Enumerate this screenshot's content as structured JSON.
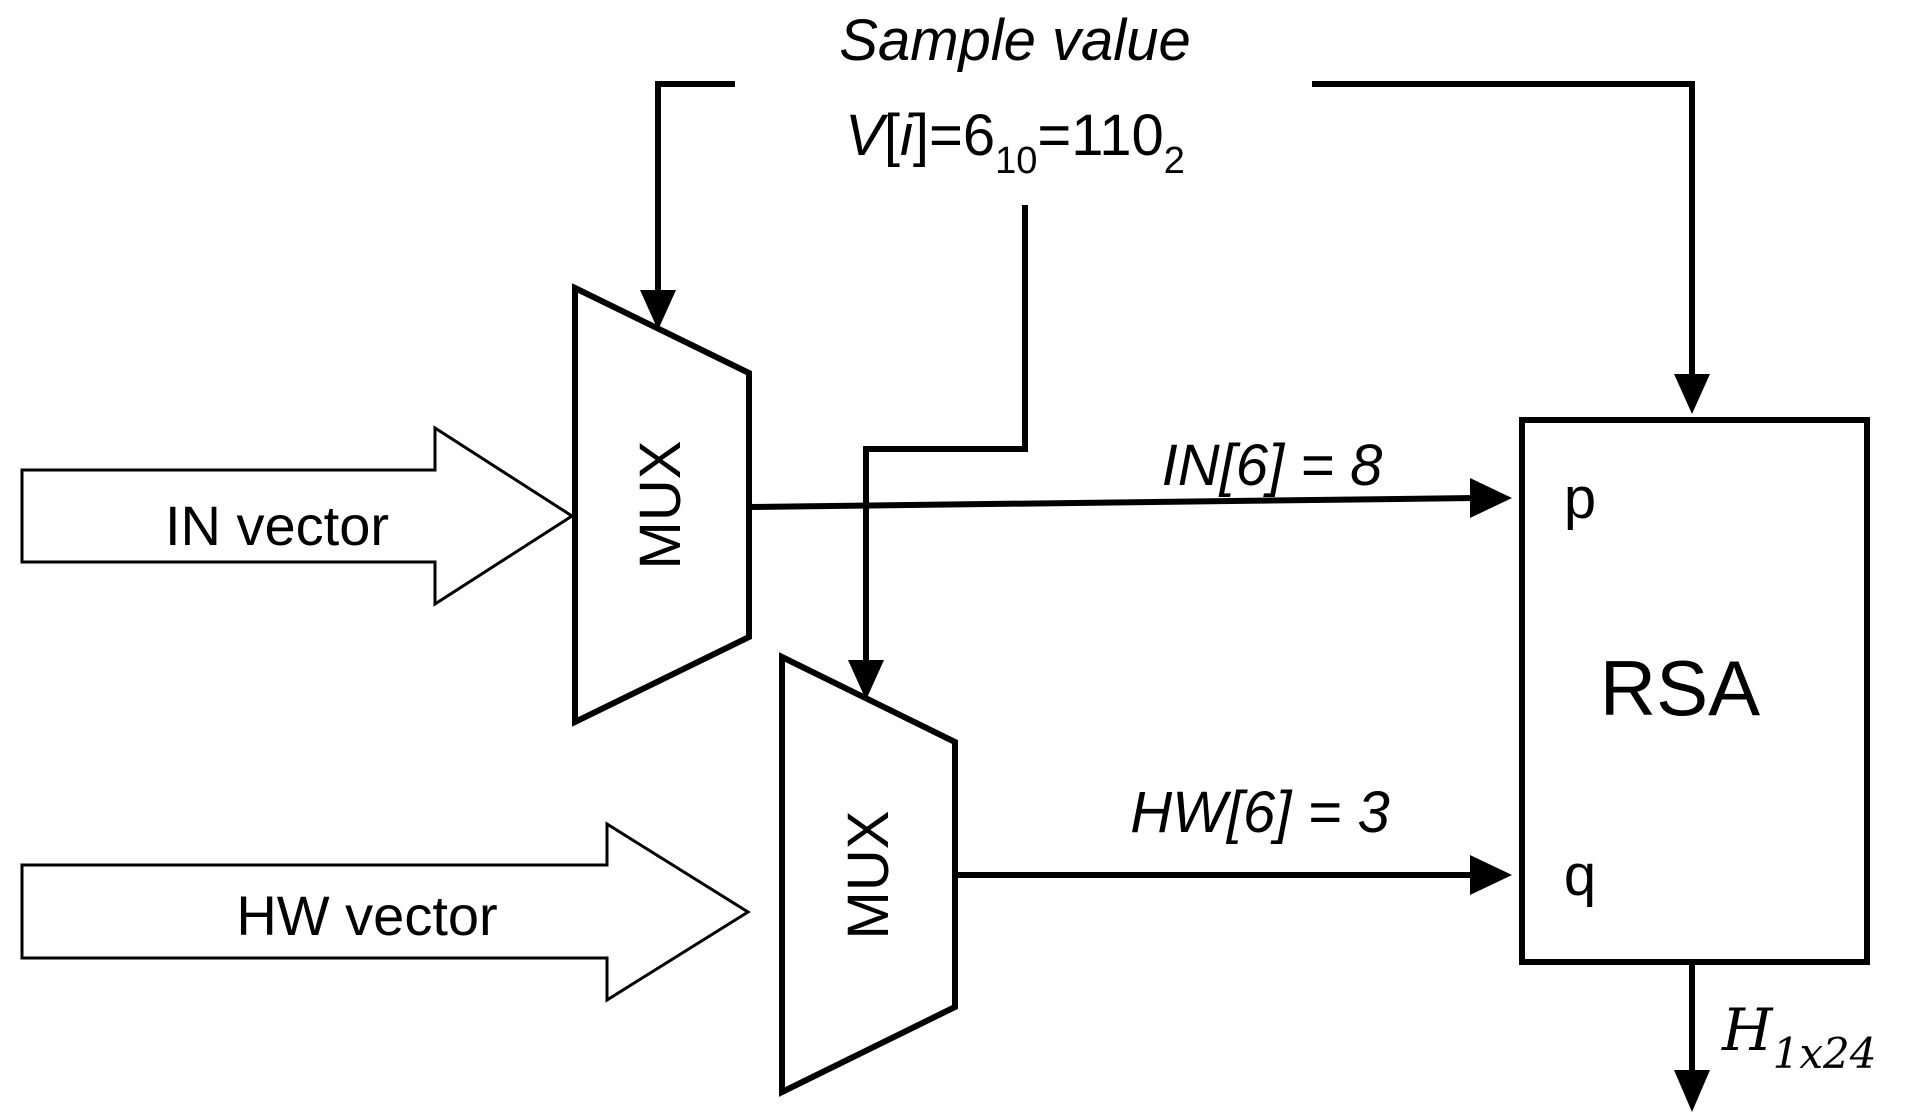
{
  "sample": {
    "heading": "Sample value",
    "expr_v": "V",
    "expr_lbracket": "[",
    "expr_i": "i",
    "expr_rbracket_eq": "]=6",
    "expr_sub10": "10",
    "expr_eq110": "=110",
    "expr_sub2": "2"
  },
  "inputs": {
    "in_vector": "IN vector",
    "hw_vector": "HW vector"
  },
  "mux": {
    "top_label": "MUX",
    "bottom_label": "MUX"
  },
  "signals": {
    "in_value": "IN[6] = 8",
    "hw_value": "HW[6] = 3"
  },
  "rsa": {
    "label": "RSA",
    "port_p": "p",
    "port_q": "q"
  },
  "output": {
    "main": "H",
    "sub": "1x24"
  },
  "colors": {
    "stroke": "#000000",
    "background": "#ffffff"
  }
}
